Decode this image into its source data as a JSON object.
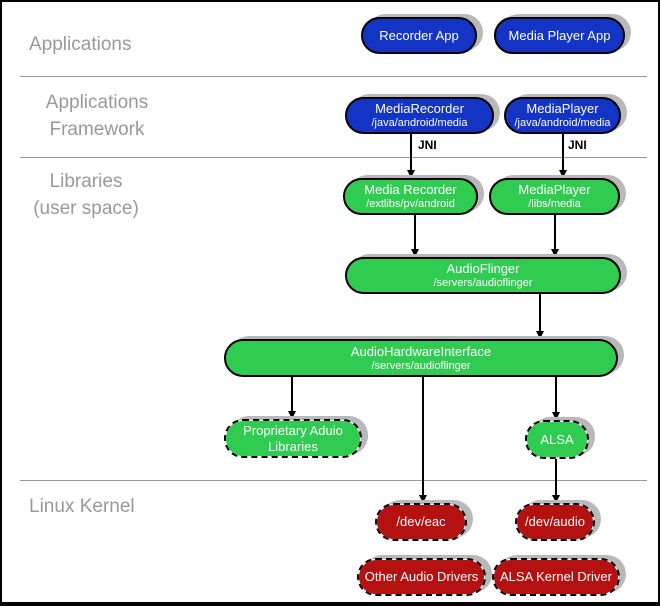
{
  "layers": {
    "applications": {
      "label": "Applications"
    },
    "applications_framework": {
      "label": "Applications\nFramework"
    },
    "libraries": {
      "label": "Libraries\n(user space)"
    },
    "linux_kernel": {
      "label": "Linux Kernel"
    }
  },
  "nodes": {
    "recorder_app": {
      "label": "Recorder App"
    },
    "media_player_app": {
      "label": "Media Player App"
    },
    "media_recorder_fw": {
      "label": "MediaRecorder",
      "path": "/java/android/media"
    },
    "media_player_fw": {
      "label": "MediaPlayer",
      "path": "/java/android/media"
    },
    "media_recorder_lib": {
      "label": "Media Recorder",
      "path": "/extlibs/pv/android"
    },
    "media_player_lib": {
      "label": "MediaPlayer",
      "path": "/libs/media"
    },
    "audio_flinger": {
      "label": "AudioFlinger",
      "path": "/servers/audioflinger"
    },
    "audio_hardware_interface": {
      "label": "AudioHardwareInterface",
      "path": "/servers/audioflinger"
    },
    "proprietary_audio_libraries": {
      "label": "Proprietary Aduio\nLibraries"
    },
    "alsa": {
      "label": "ALSA"
    },
    "dev_eac": {
      "label": "/dev/eac"
    },
    "dev_audio": {
      "label": "/dev/audio"
    },
    "other_audio_drivers": {
      "label": "Other Audio Drivers"
    },
    "alsa_kernel_driver": {
      "label": "ALSA Kernel Driver"
    }
  },
  "edge_labels": {
    "jni_left": "JNI",
    "jni_right": "JNI"
  },
  "colors": {
    "app_node_blue": "#1334c4",
    "library_node_green": "#30cc52",
    "kernel_node_red": "#b51111",
    "layer_label_gray": "#999999",
    "shadow_gray": "#b9b9b9",
    "node_text": "#ffffff"
  }
}
